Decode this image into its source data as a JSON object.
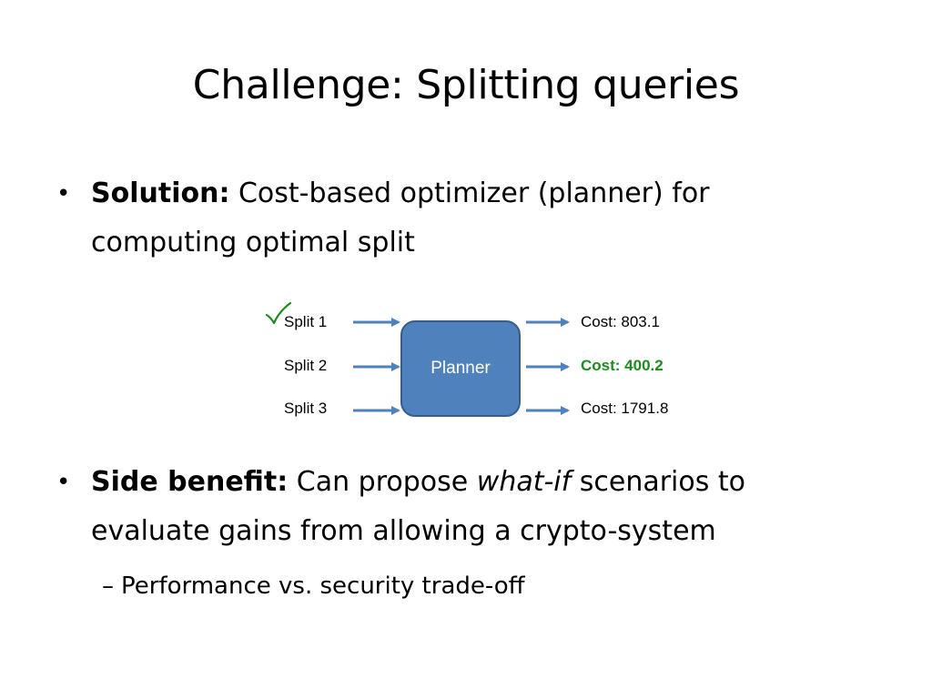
{
  "slide": {
    "title": "Challenge: Splitting queries",
    "bullets": [
      {
        "bold": "Solution:",
        "text_line1": " Cost-based optimizer (planner) for",
        "text_line2": "computing optimal split"
      },
      {
        "bold": "Side benefit:",
        "pre_italic": " Can propose ",
        "italic": "what-if",
        "post_italic": " scenarios to",
        "text_line2": "evaluate gains from allowing a crypto-system"
      }
    ],
    "sub_bullet": {
      "dash": "–",
      "text": "Performance vs. security trade-off"
    }
  },
  "diagram": {
    "planner_label": "Planner",
    "splits": [
      "Split 1",
      "Split 2",
      "Split 3"
    ],
    "costs": [
      "Cost: 803.1",
      "Cost: 400.2",
      "Cost: 1791.8"
    ],
    "selected_index": 1,
    "colors": {
      "planner_fill": "#4f81bd",
      "planner_border": "#385d8a",
      "arrow": "#4f81bd",
      "selected_text": "#1f8a1f"
    },
    "icons": [
      "arrow-right-icon",
      "checkmark-icon"
    ]
  }
}
